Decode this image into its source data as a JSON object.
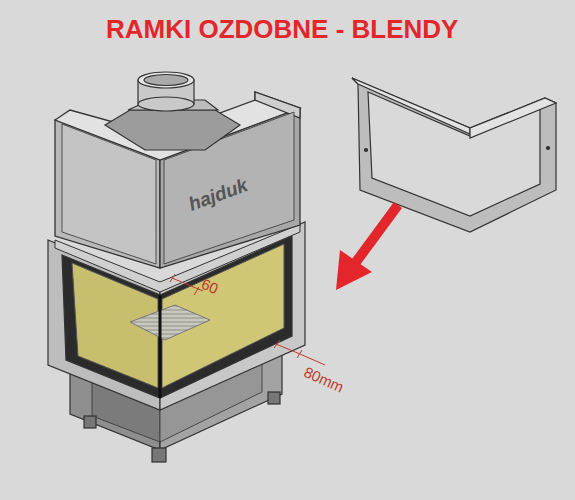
{
  "diagram": {
    "title": "RAMKI OZDOBNE - BLENDY",
    "labels": [
      "hajduk",
      "60",
      "80mm"
    ]
  }
}
